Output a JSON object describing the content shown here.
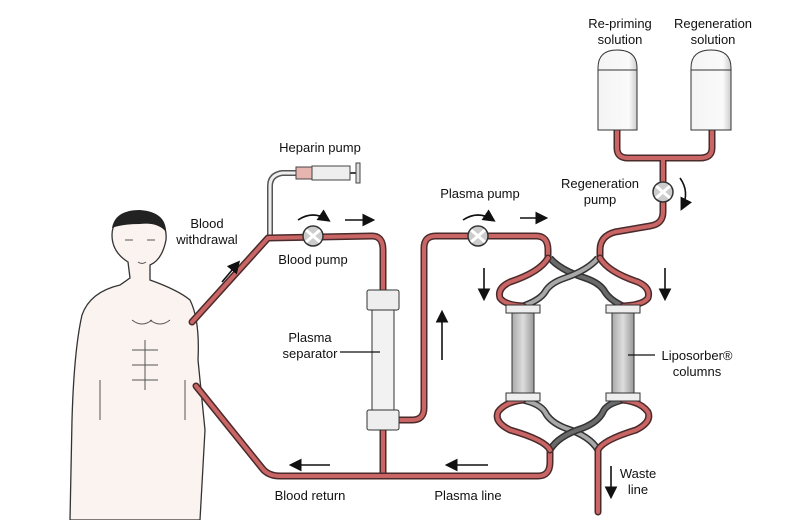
{
  "labels": {
    "repriming": [
      "Re-priming",
      "solution"
    ],
    "regeneration_solution": [
      "Regeneration",
      "solution"
    ],
    "heparin_pump": "Heparin pump",
    "plasma_pump": "Plasma pump",
    "regeneration_pump": [
      "Regeneration",
      "pump"
    ],
    "blood_withdrawal": [
      "Blood",
      "withdrawal"
    ],
    "blood_pump": "Blood pump",
    "plasma_separator": [
      "Plasma",
      "separator"
    ],
    "liposorber": [
      "Liposorber®",
      "columns"
    ],
    "waste_line": [
      "Waste",
      "line"
    ],
    "blood_return": "Blood return",
    "plasma_line": "Plasma line"
  },
  "colors": {
    "tube_blood": "#c96565",
    "tube_dark": "#6a6a6a",
    "tube_light": "#a8a8a8",
    "skin": "#fbf3f0"
  }
}
